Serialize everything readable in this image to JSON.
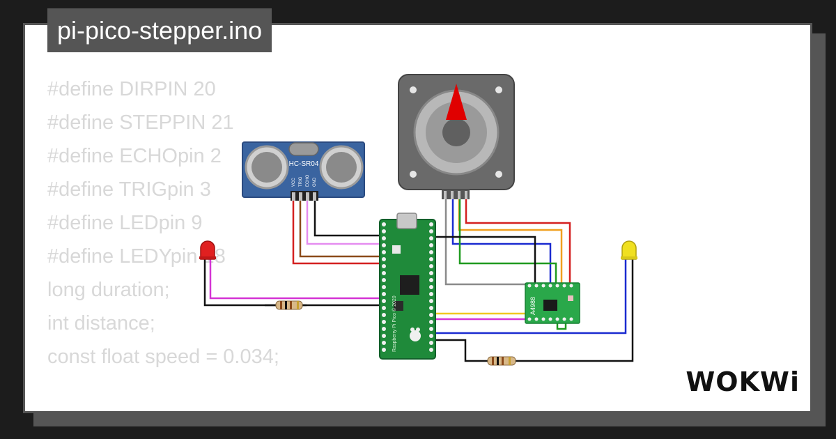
{
  "title": "pi-pico-stepper.ino",
  "code_lines": [
    "#define DIRPIN 20",
    "#define STEPPIN 21",
    "#define ECHOpin 2",
    "#define TRIGpin 3",
    "#define LEDpin 9",
    "#define LEDYpin 18",
    "long duration;",
    "int distance;",
    "const float speed = 0.034;"
  ],
  "components": {
    "ultrasonic": {
      "label": "HC-SR04",
      "pins": [
        "VCC",
        "TRIG",
        "ECHO",
        "GND"
      ]
    },
    "driver": {
      "label": "A4988"
    },
    "board": {
      "label": "Raspberry Pi Pico © 2020"
    }
  },
  "logo": "WOKWi",
  "colors": {
    "background": "#1c1c1c",
    "frame": "#555555",
    "card": "#ffffff",
    "code_text": "#d8d8d8",
    "pico_green": "#1f8a3a",
    "sensor_blue": "#3a64a0",
    "motor_gray": "#6a6a6a"
  }
}
